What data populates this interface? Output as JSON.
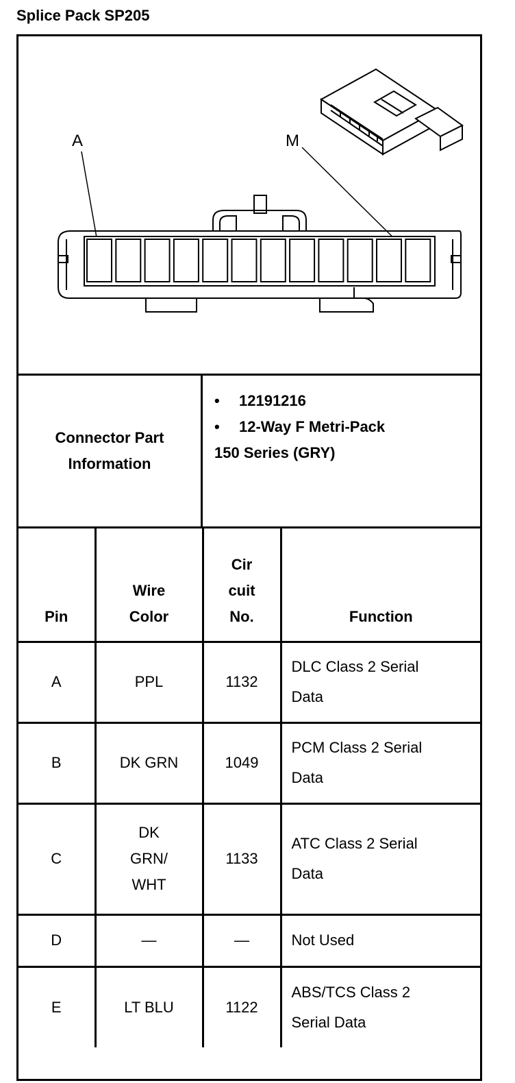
{
  "title": "Splice Pack SP205",
  "diagram": {
    "label_a": "A",
    "label_m": "M"
  },
  "connector_info": {
    "label": "Connector Part\nInformation",
    "bullets": [
      "12191216",
      "12-Way F Metri-Pack"
    ],
    "tail": "150 Series (GRY)"
  },
  "table": {
    "headers": {
      "pin": "Pin",
      "wire_color": "Wire\nColor",
      "circuit": "Cir\ncuit\nNo.",
      "function": "Function"
    },
    "rows": [
      {
        "pin": "A",
        "wire_color": "PPL",
        "circuit": "1132",
        "function": "DLC Class 2 Serial\nData"
      },
      {
        "pin": "B",
        "wire_color": "DK GRN",
        "circuit": "1049",
        "function": "PCM Class 2 Serial\nData"
      },
      {
        "pin": "C",
        "wire_color": "DK\nGRN/\nWHT",
        "circuit": "1133",
        "function": "ATC Class 2 Serial\nData"
      },
      {
        "pin": "D",
        "wire_color": "—",
        "circuit": "—",
        "function": "Not Used"
      },
      {
        "pin": "E",
        "wire_color": "LT BLU",
        "circuit": "1122",
        "function": "ABS/TCS Class 2\nSerial Data"
      }
    ]
  }
}
